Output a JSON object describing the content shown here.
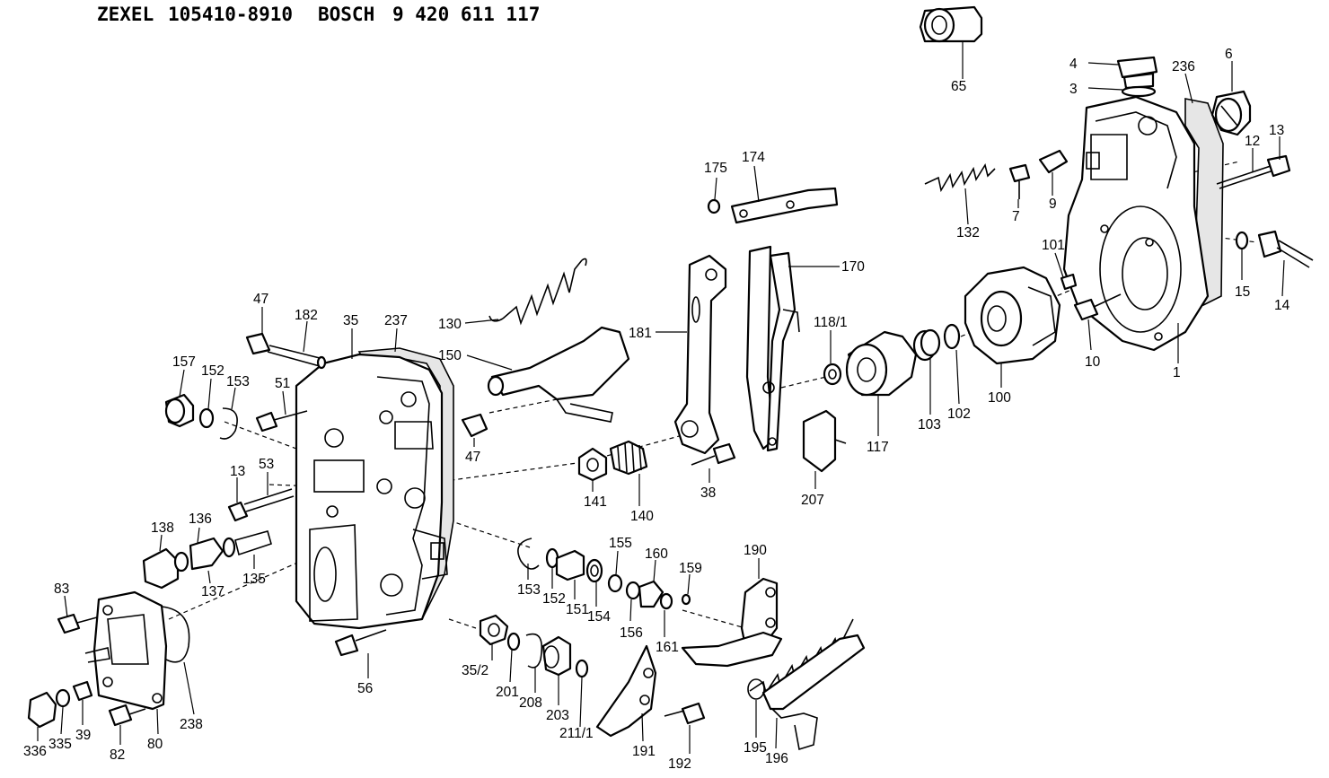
{
  "header": {
    "brand_zexel": "ZEXEL",
    "zexel_number": "105410-8910",
    "brand_bosch": "BOSCH",
    "bosch_number": "9 420 611 117"
  },
  "part_labels": {
    "p65": "65",
    "p4": "4",
    "p3": "3",
    "p236": "236",
    "p6": "6",
    "p13a": "13",
    "p12": "12",
    "p175": "175",
    "p174": "174",
    "p7": "7",
    "p9": "9",
    "p132": "132",
    "p101": "101",
    "p15": "15",
    "p14": "14",
    "p170": "170",
    "p130": "130",
    "p181": "181",
    "p118_1": "118/1",
    "p10": "10",
    "p1": "1",
    "p47a": "47",
    "p182": "182",
    "p35": "35",
    "p237": "237",
    "p150": "150",
    "p157": "157",
    "p152a": "152",
    "p153a": "153",
    "p51": "51",
    "p103": "103",
    "p102": "102",
    "p100": "100",
    "p117": "117",
    "p47b": "47",
    "p38": "38",
    "p207": "207",
    "p13b": "13",
    "p53": "53",
    "p141": "141",
    "p140": "140",
    "p138": "138",
    "p136": "136",
    "p137": "137",
    "p135": "135",
    "p155": "155",
    "p160": "160",
    "p159": "159",
    "p190": "190",
    "p153b": "153",
    "p152b": "152",
    "p151": "151",
    "p154": "154",
    "p156": "156",
    "p161": "161",
    "p83": "83",
    "p56": "56",
    "p35_2": "35/2",
    "p201": "201",
    "p208": "208",
    "p203": "203",
    "p211_1": "211/1",
    "p238": "238",
    "p336": "336",
    "p335": "335",
    "p39": "39",
    "p82": "82",
    "p80": "80",
    "p191": "191",
    "p192": "192",
    "p195": "195",
    "p196": "196"
  }
}
